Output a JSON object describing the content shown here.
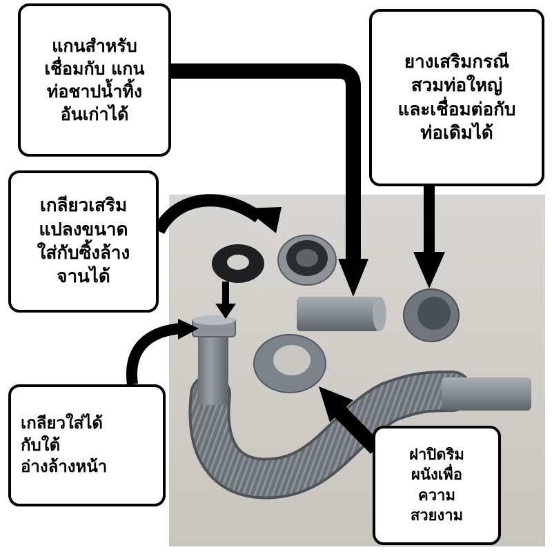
{
  "callouts": {
    "rod_connector": {
      "lines": [
        "แกนสำหรับ",
        "เชื่อมกับ แกน",
        "ท่อชาปน้ำทิ้ง",
        "อันเก่าได้"
      ]
    },
    "rubber_reducer": {
      "lines": [
        "ยางเสริมกรณี",
        "สวมท่อใหญ่",
        "และเชื่อมต่อกับ",
        "ท่อเดิมได้"
      ]
    },
    "thread_adapter": {
      "lines": [
        "เกลียวเสริม",
        "แปลงขนาด",
        "ใส่กับซิ้งล้าง",
        "จานได้"
      ]
    },
    "basin_thread": {
      "lines": [
        "เกลียวใส่ได้",
        "กับใต้",
        "อ่างล้างหน้า"
      ]
    },
    "wall_cover": {
      "lines": [
        "ฝาปิดริม",
        "ผนังเพื่อ",
        "ความ",
        "สวยงาม"
      ]
    }
  },
  "colors": {
    "callout_border": "#000000",
    "arrow": "#000000",
    "photo_background": "#d3d0cb",
    "pipe_gray": "#7f858b"
  }
}
